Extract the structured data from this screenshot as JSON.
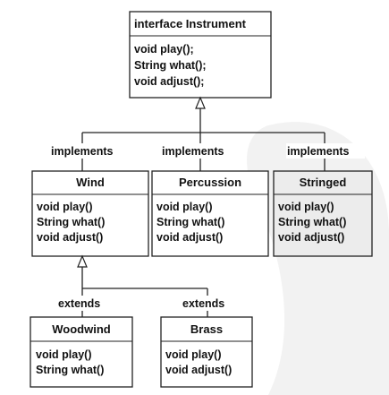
{
  "diagram": {
    "interface": {
      "title": "interface Instrument",
      "methods": [
        "void play();",
        "String what();",
        "void adjust();"
      ]
    },
    "implementations": [
      {
        "id": "wind",
        "title": "Wind",
        "methods": [
          "void play()",
          "String what()",
          "void adjust()"
        ]
      },
      {
        "id": "percussion",
        "title": "Percussion",
        "methods": [
          "void play()",
          "String what()",
          "void adjust()"
        ]
      },
      {
        "id": "stringed",
        "title": "Stringed",
        "methods": [
          "void play()",
          "String what()",
          "void adjust()"
        ]
      }
    ],
    "subclasses": [
      {
        "id": "woodwind",
        "title": "Woodwind",
        "methods": [
          "void play()",
          "String what()"
        ]
      },
      {
        "id": "brass",
        "title": "Brass",
        "methods": [
          "void play()",
          "void adjust()"
        ]
      }
    ],
    "relationship_labels": {
      "implements": "implements",
      "extends": "extends"
    }
  }
}
